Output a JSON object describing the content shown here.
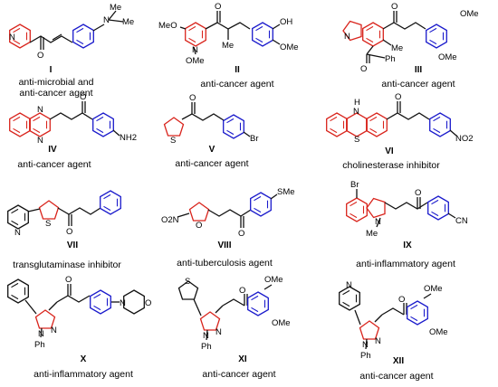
{
  "colors": {
    "heterocycle": "#d9241c",
    "aryl": "#1a1acc",
    "linker": "#111111"
  },
  "compounds": [
    {
      "id": "I",
      "activity_lines": [
        "anti-microbial and",
        "anti-cancer agent"
      ],
      "atoms": [
        "N",
        "O",
        "N",
        "Me",
        "Me"
      ]
    },
    {
      "id": "II",
      "activity_lines": [
        "anti-cancer agent"
      ],
      "atoms": [
        "MeO",
        "N",
        "OMe",
        "O",
        "Me",
        "OH",
        "OMe"
      ]
    },
    {
      "id": "III",
      "activity_lines": [
        "anti-cancer agent"
      ],
      "atoms": [
        "N",
        "O",
        "Me",
        "O",
        "Ph",
        "OMe",
        "OMe"
      ]
    },
    {
      "id": "IV",
      "activity_lines": [
        "anti-cancer agent"
      ],
      "atoms": [
        "N",
        "N",
        "O",
        "NH2"
      ]
    },
    {
      "id": "V",
      "activity_lines": [
        "anti-cancer agent"
      ],
      "atoms": [
        "S",
        "O",
        "Br"
      ]
    },
    {
      "id": "VI",
      "activity_lines": [
        "cholinesterase inhibitor"
      ],
      "atoms": [
        "H",
        "N",
        "S",
        "O",
        "NO2"
      ]
    },
    {
      "id": "VII",
      "activity_lines": [
        "transglutaminase inhibitor"
      ],
      "atoms": [
        "N",
        "S",
        "O"
      ]
    },
    {
      "id": "VIII",
      "activity_lines": [
        "anti-tuberculosis agent"
      ],
      "atoms": [
        "O2N",
        "O",
        "O",
        "SMe"
      ]
    },
    {
      "id": "IX",
      "activity_lines": [
        "anti-inflammatory agent"
      ],
      "atoms": [
        "Br",
        "N",
        "Me",
        "O",
        "CN"
      ]
    },
    {
      "id": "X",
      "activity_lines": [
        "anti-inflammatory agent"
      ],
      "atoms": [
        "N",
        "N",
        "Ph",
        "O",
        "N",
        "O"
      ]
    },
    {
      "id": "XI",
      "activity_lines": [
        "anti-cancer agent"
      ],
      "atoms": [
        "S",
        "N",
        "N",
        "Ph",
        "O",
        "OMe",
        "OMe"
      ]
    },
    {
      "id": "XII",
      "activity_lines": [
        "anti-cancer agent"
      ],
      "atoms": [
        "N",
        "N",
        "N",
        "Ph",
        "O",
        "OMe",
        "OMe"
      ]
    }
  ]
}
